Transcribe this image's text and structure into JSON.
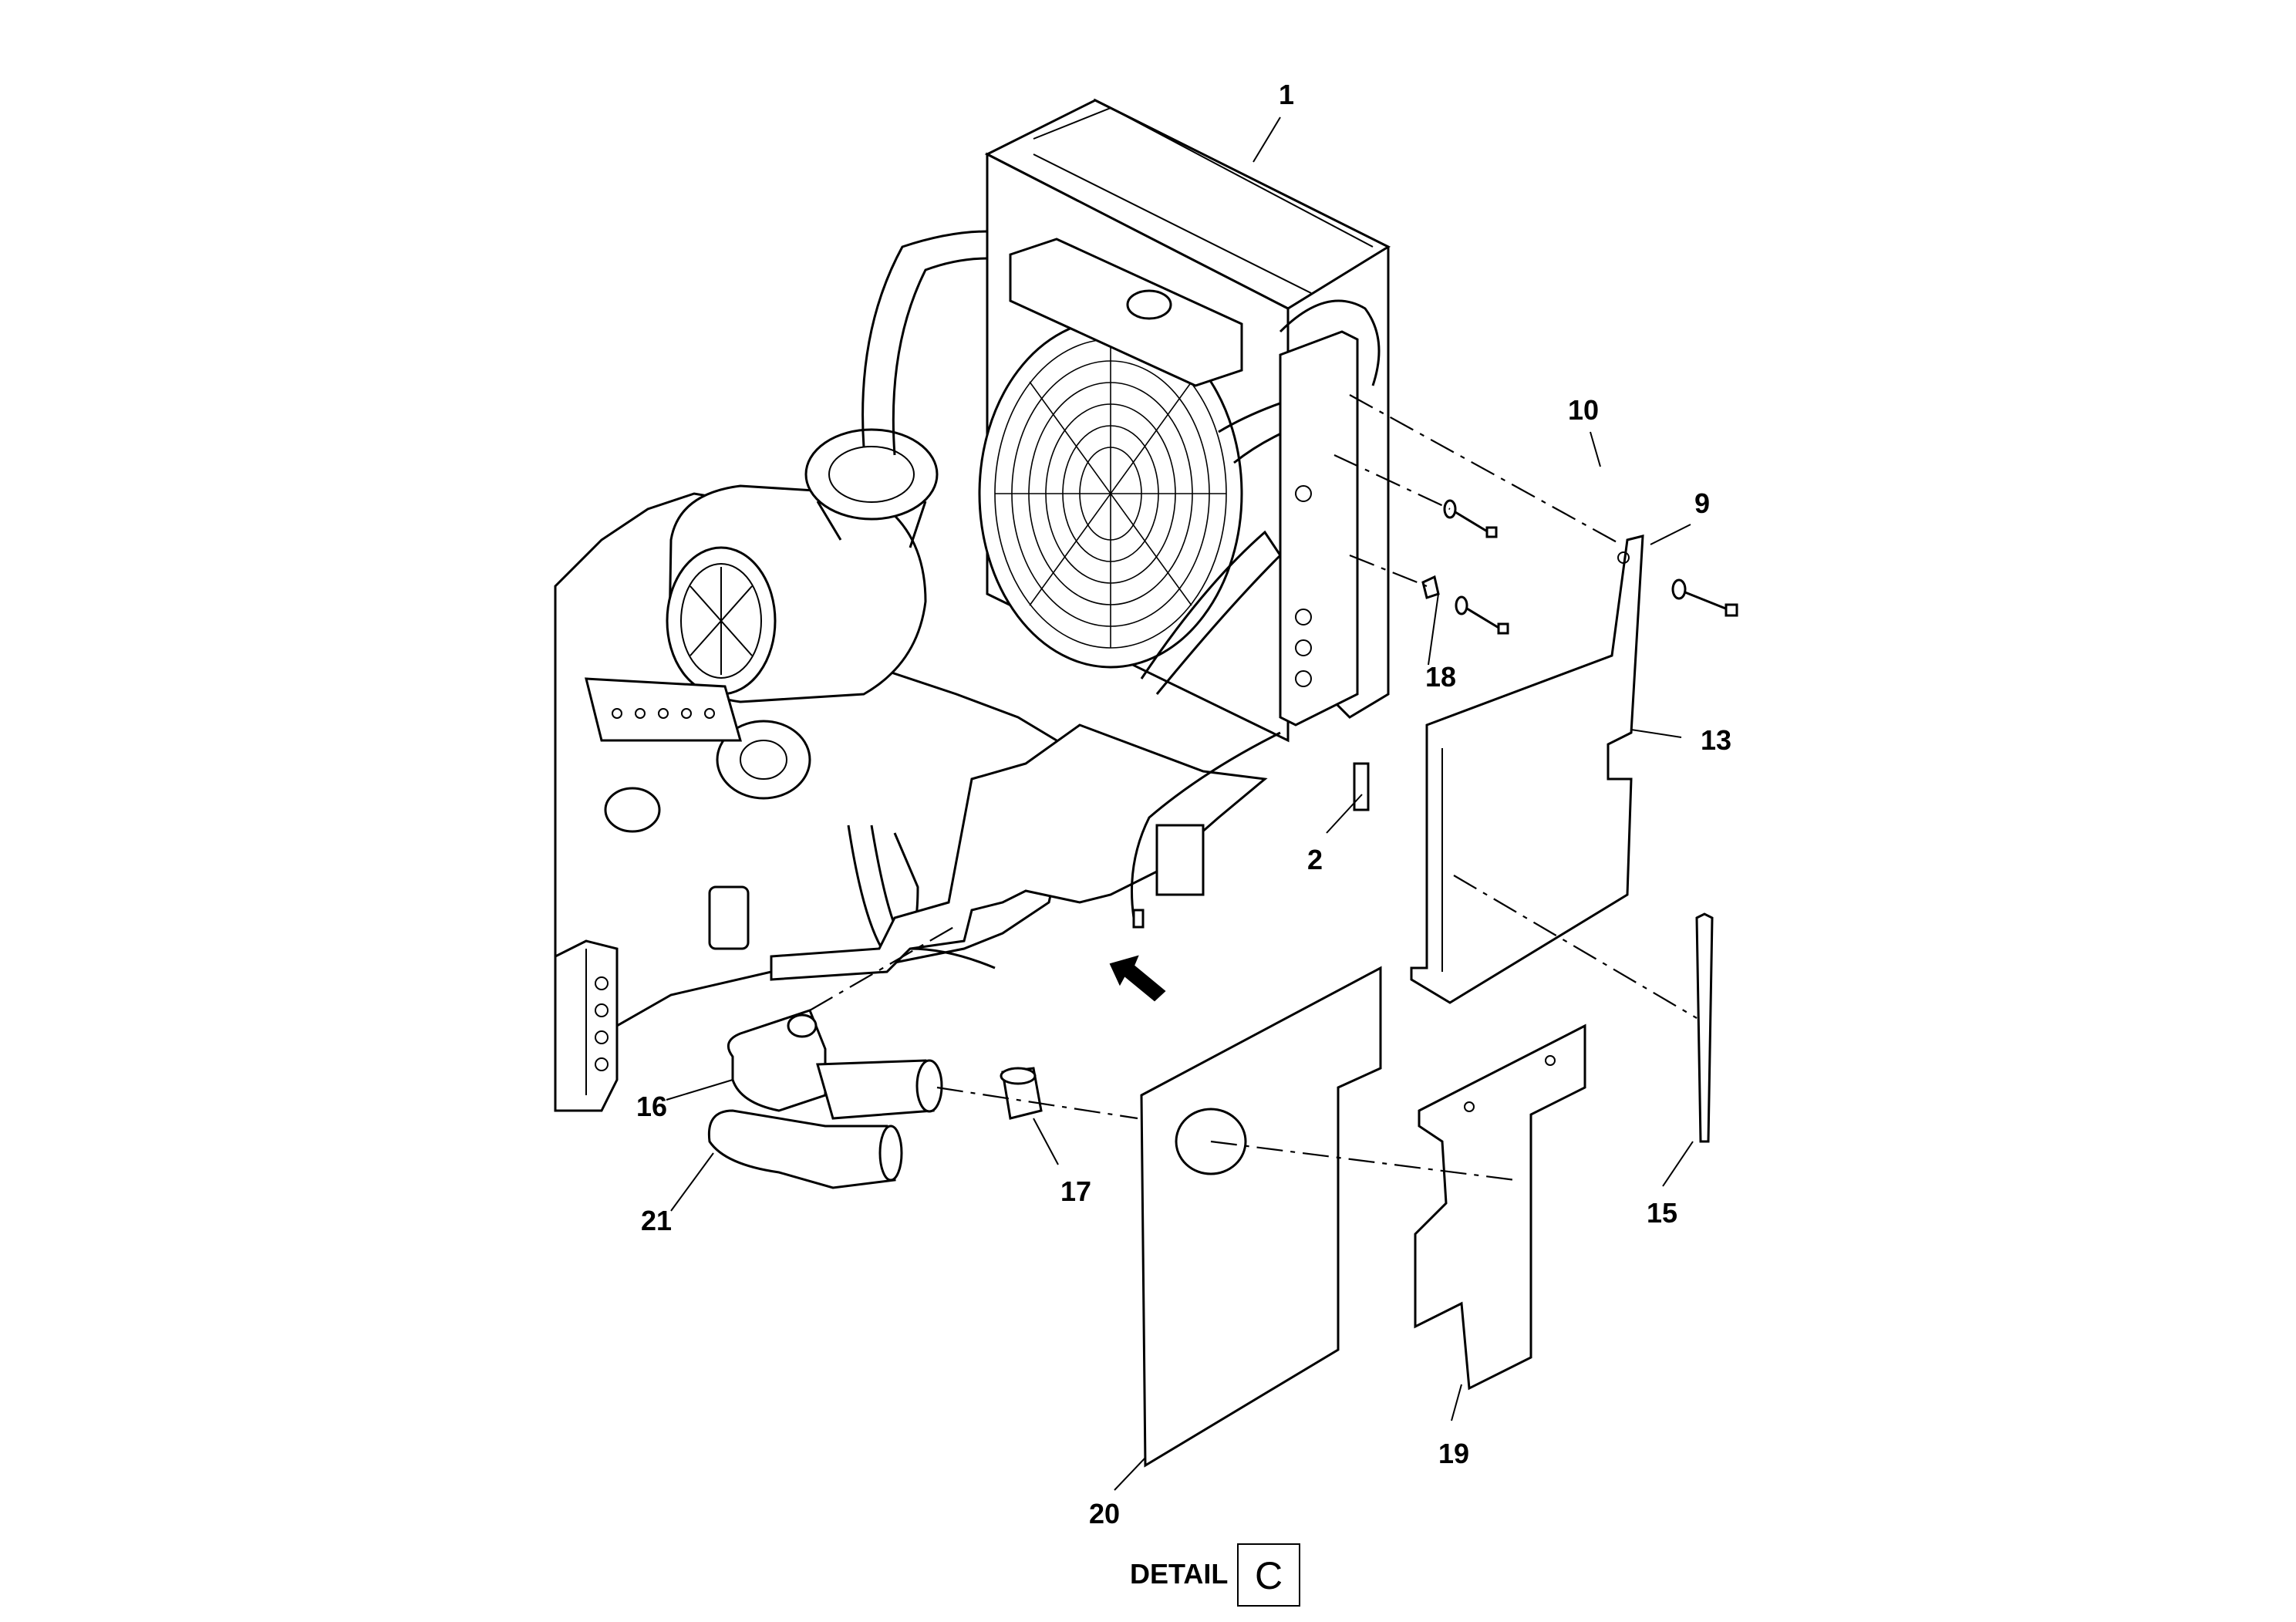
{
  "callouts": [
    {
      "id": "c1",
      "text": "1"
    },
    {
      "id": "c2",
      "text": "2"
    },
    {
      "id": "c9",
      "text": "9"
    },
    {
      "id": "c10",
      "text": "10"
    },
    {
      "id": "c13",
      "text": "13"
    },
    {
      "id": "c15",
      "text": "15"
    },
    {
      "id": "c16",
      "text": "16"
    },
    {
      "id": "c17",
      "text": "17"
    },
    {
      "id": "c18",
      "text": "18"
    },
    {
      "id": "c19",
      "text": "19"
    },
    {
      "id": "c20",
      "text": "20"
    },
    {
      "id": "c21",
      "text": "21"
    }
  ],
  "detail": {
    "label": "DETAIL",
    "letter": "C"
  }
}
